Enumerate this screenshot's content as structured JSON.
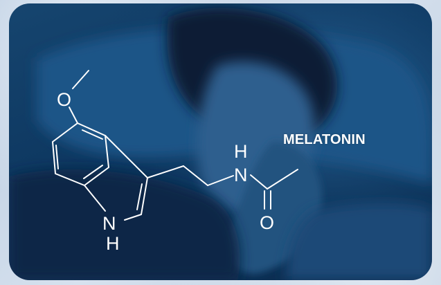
{
  "caption": {
    "text": "MELATONIN"
  },
  "molecule": {
    "atoms": {
      "oxygen_methoxy": "O",
      "nh_ring_n": "N",
      "nh_ring_h": "H",
      "amide_h": "H",
      "amide_n": "N",
      "carbonyl_o": "O"
    }
  },
  "colors": {
    "overlay_blue": "#0d3760",
    "line_white": "#ffffff",
    "background": "#c9d7e6"
  }
}
